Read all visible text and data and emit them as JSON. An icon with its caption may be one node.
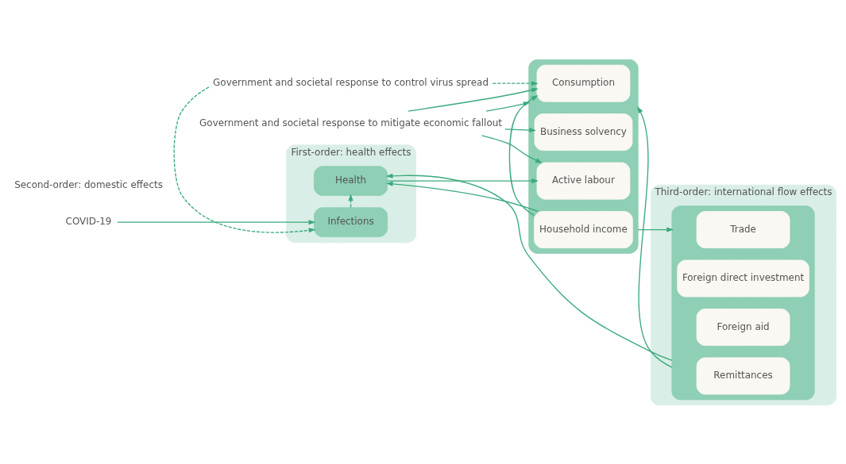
{
  "diagram": {
    "nodes": [
      {
        "text": [
          "First-order: health effects"
        ]
      },
      {
        "text": [
          "Third-order: international flow effects"
        ]
      },
      {
        "text": [
          "COVID-19"
        ]
      },
      {
        "text": [
          "Infections"
        ],
        "in": 0
      },
      {
        "text": [
          "Health"
        ],
        "in": 0
      },
      {
        "text": [
          "Government and societal response to control virus spread"
        ]
      },
      {
        "text": [
          "Government and societal response to mitigate economic fallout"
        ]
      },
      {
        "text": [],
        "shape": "box"
      },
      {
        "text": [
          "Consumption"
        ],
        "in": 7
      },
      {
        "text": [
          "Business solvency"
        ],
        "in": 7
      },
      {
        "text": [
          "Active labour"
        ],
        "in": 7
      },
      {
        "text": [
          "Household income"
        ],
        "in": 7
      },
      {
        "text": [],
        "shape": "box",
        "in": 1
      },
      {
        "text": [
          "Trade"
        ],
        "in": 12
      },
      {
        "text": [
          "Foreign direct investment"
        ],
        "in": 12
      },
      {
        "text": [
          "Foreign aid"
        ],
        "in": 12
      },
      {
        "text": [
          "Remittances"
        ],
        "in": 12
      }
    ],
    "edges": [
      {
        "from": 2,
        "to": 3,
        "arrow": "to"
      },
      {
        "from": 5,
        "to": 3,
        "arrow": "to",
        "style": "dashed"
      },
      {
        "from": 3,
        "to": 4,
        "arrow": "to",
        "style": "dashed"
      },
      {
        "from": 5,
        "to": 8,
        "arrow": "to",
        "style": "dashed"
      },
      {
        "from": 4,
        "to": 10,
        "arrow": "to"
      },
      {
        "from": 11,
        "to": 8,
        "arrow": "to"
      },
      {
        "from": 11,
        "to": 4,
        "arrow": "to"
      },
      {
        "from": 12,
        "to": 4,
        "arrow": "to"
      },
      {
        "from": 12,
        "to": 7,
        "arrow": "to"
      },
      {
        "from": 6,
        "to": 7,
        "arrow": "to"
      },
      {
        "from": 6,
        "to": 8,
        "arrow": "to"
      },
      {
        "from": 6,
        "to": 9,
        "arrow": "to"
      },
      {
        "from": 6,
        "to": 10,
        "arrow": "to"
      },
      {
        "from": 7,
        "to": 12,
        "arrow": "to"
      }
    ],
    "labels": [
      "Second-order: domestic effects"
    ]
  }
}
